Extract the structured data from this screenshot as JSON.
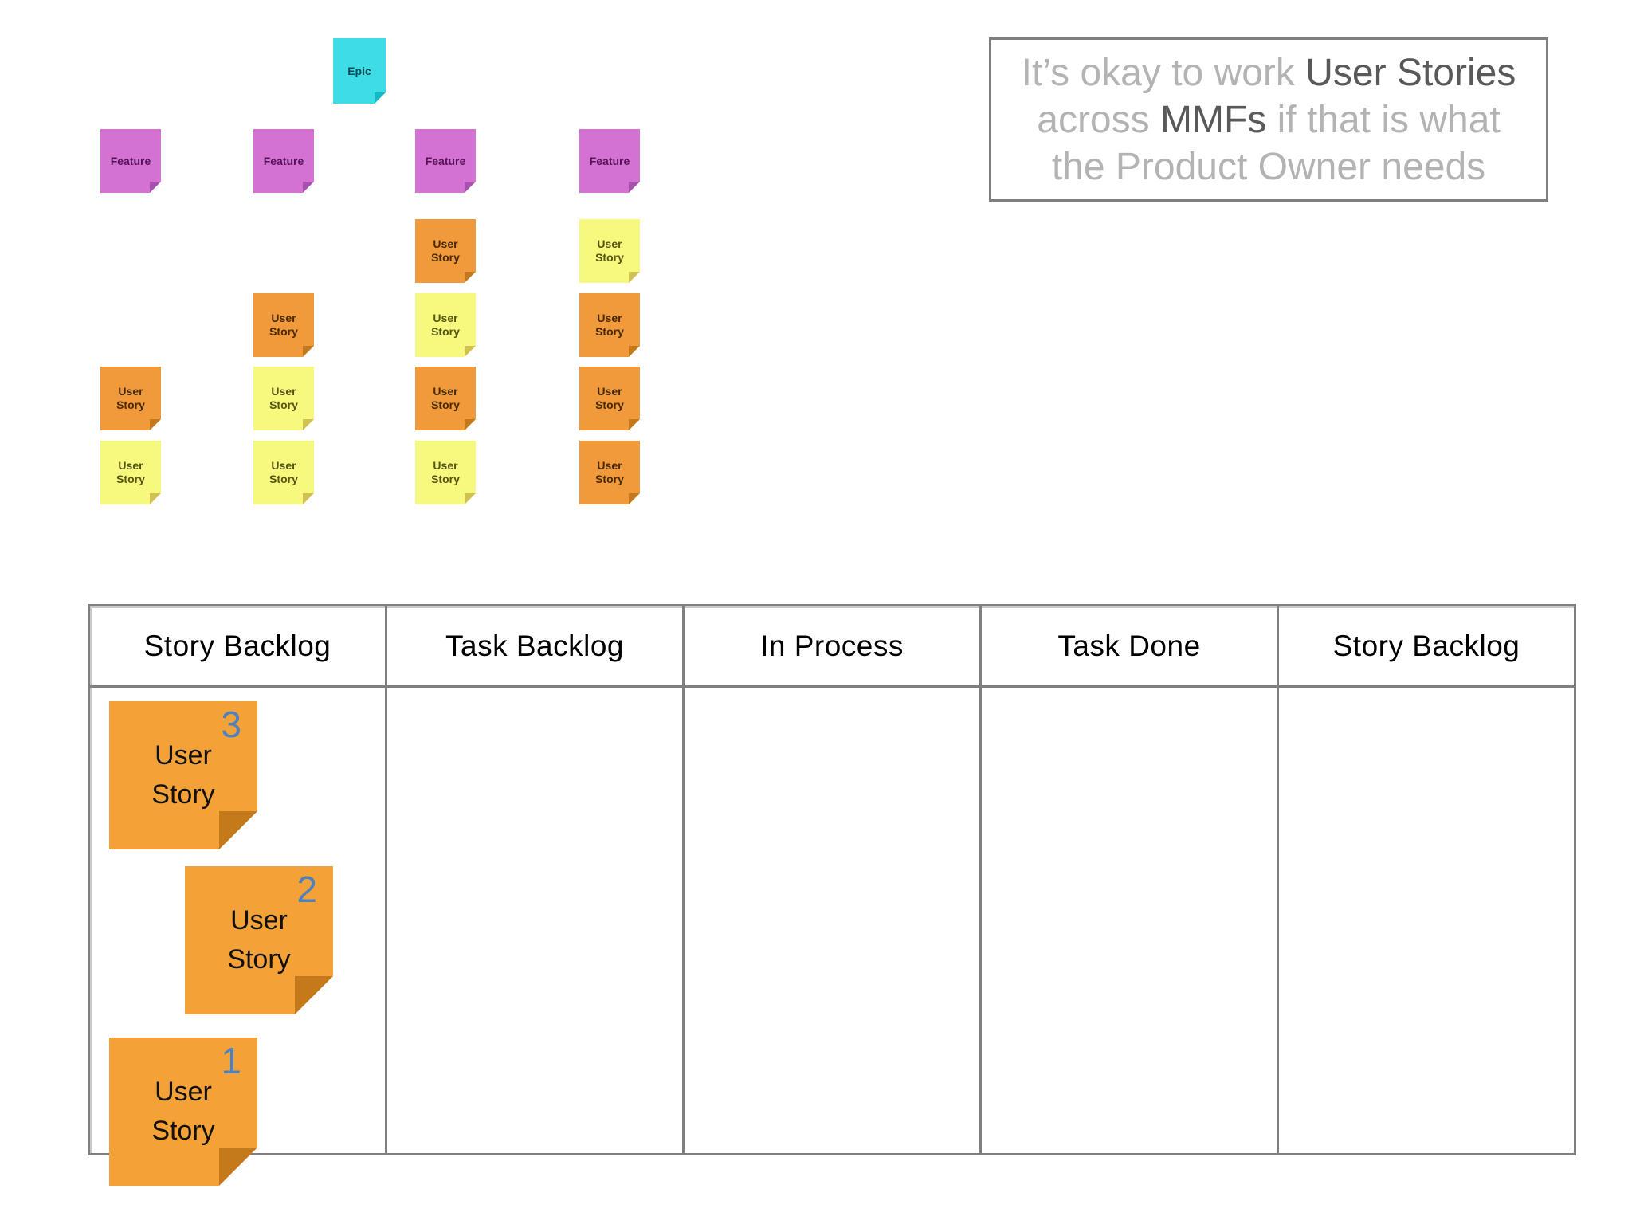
{
  "callout": {
    "border_color": "#7f7f7f",
    "text_color": "#b3b3b3",
    "emphasis_color": "#595959",
    "lines": [
      [
        {
          "text": "It’s okay to work ",
          "emphasis": false
        },
        {
          "text": "User Stories",
          "emphasis": true
        }
      ],
      [
        {
          "text": "across ",
          "emphasis": false
        },
        {
          "text": "MMFs",
          "emphasis": true
        },
        {
          "text": " if that is what",
          "emphasis": false
        }
      ],
      [
        {
          "text": "the Product Owner needs",
          "emphasis": false
        }
      ]
    ]
  },
  "story_map": {
    "epic": {
      "label": "Epic",
      "color_name": "cyan",
      "color": "#3edde6"
    },
    "features": [
      {
        "label": "Feature",
        "column": 0,
        "color_name": "purple",
        "color": "#d472d4"
      },
      {
        "label": "Feature",
        "column": 1,
        "color_name": "purple",
        "color": "#d472d4"
      },
      {
        "label": "Feature",
        "column": 2,
        "color_name": "purple",
        "color": "#d472d4"
      },
      {
        "label": "Feature",
        "column": 3,
        "color_name": "purple",
        "color": "#d472d4"
      }
    ],
    "user_stories": [
      {
        "label": "User Story",
        "column": 0,
        "row": 2,
        "color_name": "orange"
      },
      {
        "label": "User Story",
        "column": 0,
        "row": 3,
        "color_name": "yellow"
      },
      {
        "label": "User Story",
        "column": 1,
        "row": 1,
        "color_name": "orange"
      },
      {
        "label": "User Story",
        "column": 1,
        "row": 2,
        "color_name": "yellow"
      },
      {
        "label": "User Story",
        "column": 1,
        "row": 3,
        "color_name": "yellow"
      },
      {
        "label": "User Story",
        "column": 2,
        "row": 0,
        "color_name": "orange"
      },
      {
        "label": "User Story",
        "column": 2,
        "row": 1,
        "color_name": "yellow"
      },
      {
        "label": "User Story",
        "column": 2,
        "row": 2,
        "color_name": "orange"
      },
      {
        "label": "User Story",
        "column": 2,
        "row": 3,
        "color_name": "yellow"
      },
      {
        "label": "User Story",
        "column": 3,
        "row": 0,
        "color_name": "yellow"
      },
      {
        "label": "User Story",
        "column": 3,
        "row": 1,
        "color_name": "orange"
      },
      {
        "label": "User Story",
        "column": 3,
        "row": 2,
        "color_name": "orange"
      },
      {
        "label": "User Story",
        "column": 3,
        "row": 3,
        "color_name": "orange"
      }
    ],
    "note_colors": {
      "orange": "#f09a3c",
      "yellow": "#f7f87e",
      "purple": "#d472d4",
      "cyan": "#3edde6"
    }
  },
  "board": {
    "headers": [
      "Story Backlog",
      "Task Backlog",
      "In Process",
      "Task Done",
      "Story Backlog"
    ],
    "header_text_color": "#000000",
    "border_color": "#7f7f7f",
    "notes": [
      {
        "number": "3",
        "lines": [
          "User",
          "Story"
        ],
        "color": "#f4a238"
      },
      {
        "number": "2",
        "lines": [
          "User",
          "Story"
        ],
        "color": "#f4a238"
      },
      {
        "number": "1",
        "lines": [
          "User",
          "Story"
        ],
        "color": "#f4a238"
      }
    ],
    "number_color": "#4f81bd"
  }
}
